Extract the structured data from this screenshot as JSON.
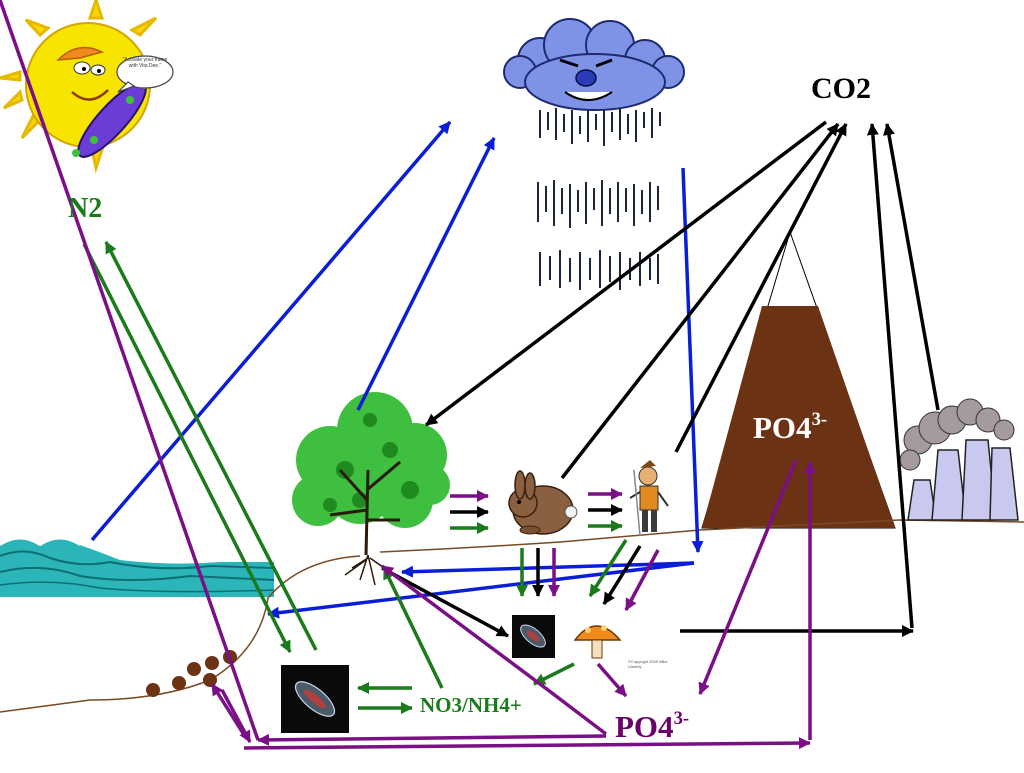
{
  "labels": {
    "co2": "CO2",
    "n2": "N2",
    "no3_nh4": "NO3/NH4+",
    "po4_base": "PO4",
    "po4_charge": "3-"
  },
  "sun_speech_bubble": "\"Activate your frame with Vita Dee.\"",
  "mushroom_copyright": "©Copyright 2000 Mike Ulmerly",
  "colors": {
    "carbon_flow": "#000000",
    "water_flow": "#0a1ed6",
    "nitrogen_flow": "#1b7a1b",
    "phosphorus_flow": "#7a0f86",
    "soil_line": "#7a4a22",
    "mountain": "#6b3314",
    "ocean": "#2bb5b9"
  },
  "icons": [
    "sun-icon",
    "storm-cloud-icon",
    "tree-icon",
    "rabbit-icon",
    "person-icon",
    "mountain-icon",
    "factory-icon",
    "ocean-icon",
    "bacteria-icon",
    "mushroom-icon",
    "root-nodules-icon"
  ]
}
